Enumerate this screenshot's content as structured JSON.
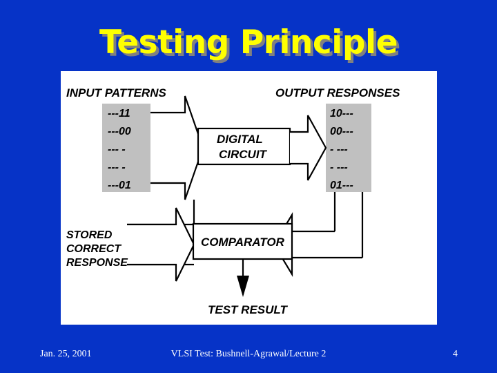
{
  "slide": {
    "title": "Testing Principle",
    "background_color": "#0633c7",
    "title_color": "#ffff00",
    "title_shadow_color": "#808080",
    "panel_color": "#ffffff",
    "pattern_box_color": "#c0c0c0"
  },
  "diagram": {
    "input_heading": "INPUT PATTERNS",
    "output_heading": "OUTPUT RESPONSES",
    "input_patterns": [
      "---11",
      "---00",
      "--- -",
      "--- -",
      "---01"
    ],
    "output_responses": [
      "10---",
      "00---",
      "- ---",
      "- ---",
      "01---"
    ],
    "digital_circuit_line1": "DIGITAL",
    "digital_circuit_line2": "CIRCUIT",
    "comparator_label": "COMPARATOR",
    "stored_line1": "STORED",
    "stored_line2": "CORRECT",
    "stored_line3": "RESPONSE",
    "test_result_label": "TEST RESULT"
  },
  "footer": {
    "date": "Jan. 25, 2001",
    "center": "VLSI Test: Bushnell-Agrawal/Lecture 2",
    "page": "4"
  }
}
